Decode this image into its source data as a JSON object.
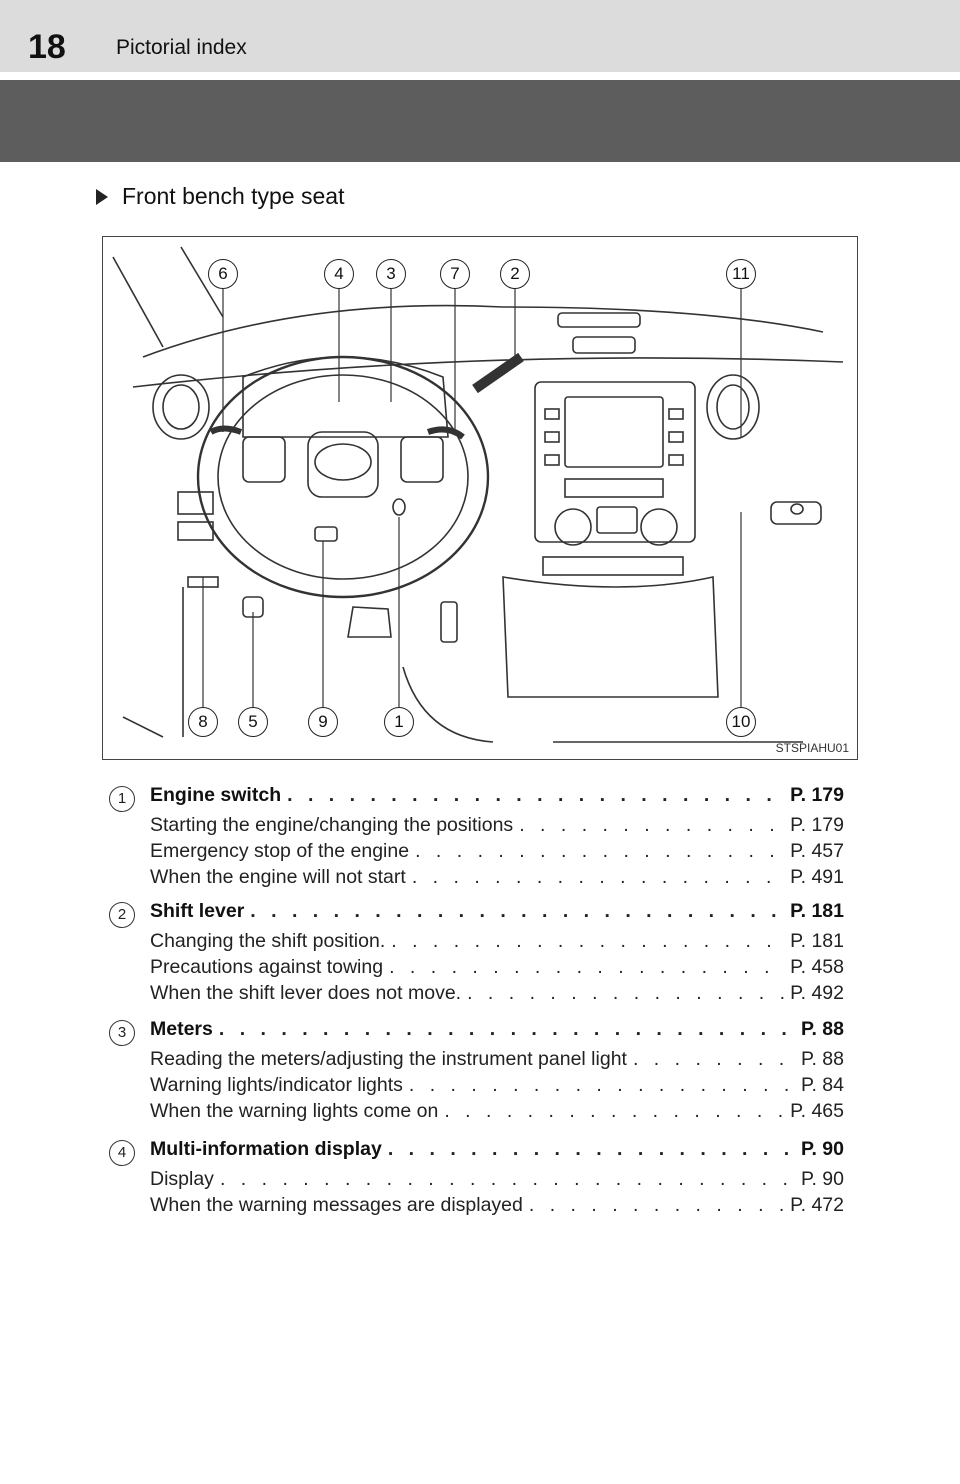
{
  "header": {
    "page_number": "18",
    "title": "Pictorial index"
  },
  "section": {
    "title": "Front bench type seat"
  },
  "figure": {
    "code": "STSPIAHU01",
    "callouts_top": [
      "6",
      "4",
      "3",
      "7",
      "2",
      "11"
    ],
    "callouts_bottom": [
      "8",
      "5",
      "9",
      "1",
      "10"
    ]
  },
  "entries": [
    {
      "num": "1",
      "title": "Engine switch",
      "page": "P. 179",
      "subs": [
        {
          "text": "Starting the engine/changing the positions",
          "page": "P. 179"
        },
        {
          "text": "Emergency stop of the engine",
          "page": "P. 457"
        },
        {
          "text": "When the engine will not start",
          "page": "P. 491"
        }
      ]
    },
    {
      "num": "2",
      "title": "Shift lever",
      "page": "P. 181",
      "subs": [
        {
          "text": "Changing the shift position.",
          "page": "P. 181"
        },
        {
          "text": "Precautions against towing",
          "page": "P. 458"
        },
        {
          "text": "When the shift lever does not move.",
          "page": "P. 492"
        }
      ]
    },
    {
      "num": "3",
      "title": "Meters",
      "page": "P. 88",
      "subs": [
        {
          "text": "Reading the meters/adjusting the instrument panel light",
          "page": "P. 88"
        },
        {
          "text": "Warning lights/indicator lights",
          "page": "P. 84"
        },
        {
          "text": "When the warning lights come on",
          "page": "P. 465"
        }
      ]
    },
    {
      "num": "4",
      "title": "Multi-information display",
      "page": "P. 90",
      "subs": [
        {
          "text": "Display",
          "page": "P. 90"
        },
        {
          "text": "When the warning messages are displayed",
          "page": "P. 472"
        }
      ]
    }
  ]
}
